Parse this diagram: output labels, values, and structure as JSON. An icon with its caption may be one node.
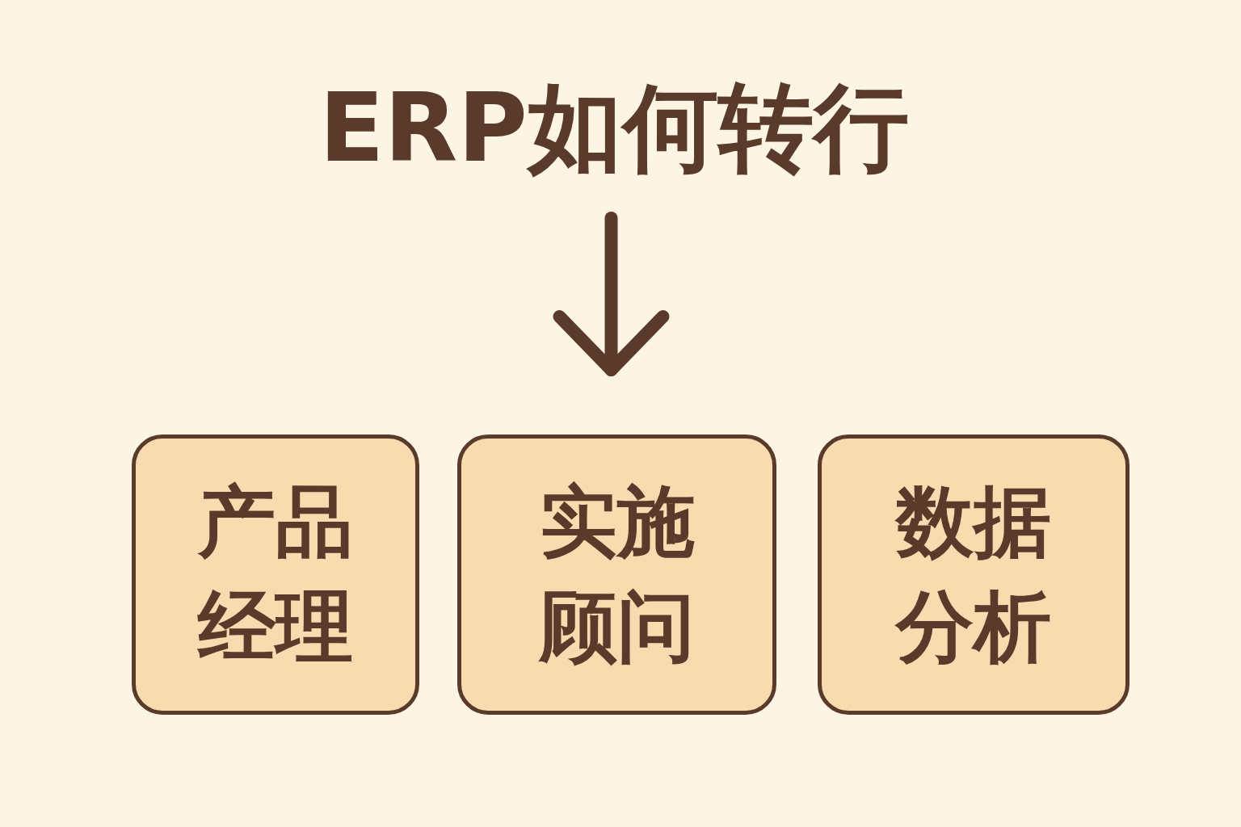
{
  "diagram": {
    "nodes": [
      {
        "text": [
          "ERP如何转行"
        ]
      },
      {
        "text": [
          "产品经理"
        ]
      },
      {
        "text": [
          "实施顾问"
        ]
      },
      {
        "text": [
          "数据分析"
        ]
      }
    ],
    "edges": [
      {
        "from": 0,
        "to": 2,
        "arrow": "to"
      }
    ]
  }
}
